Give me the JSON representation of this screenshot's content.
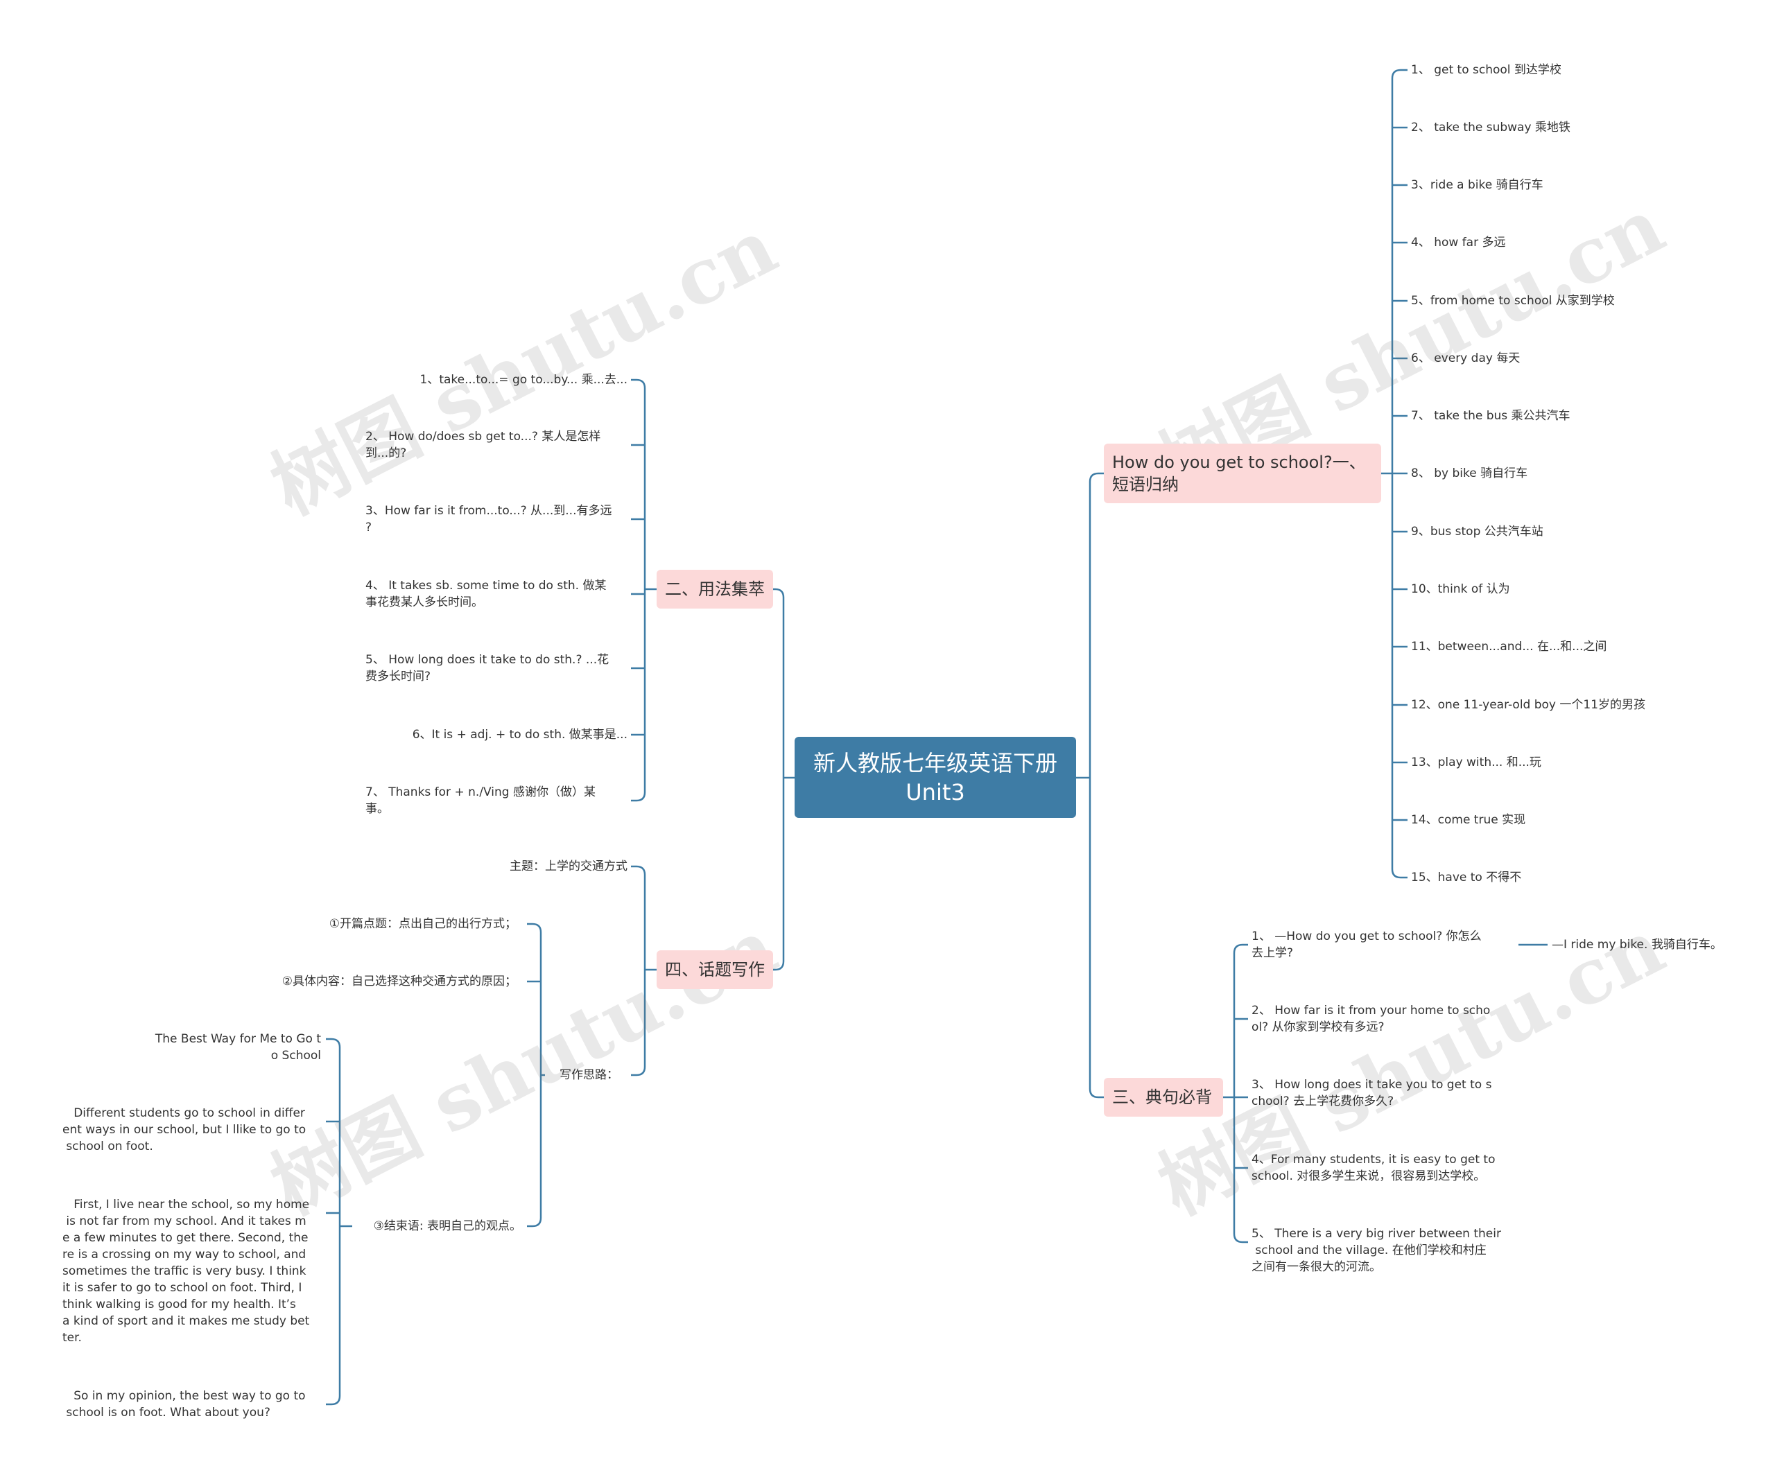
{
  "root": {
    "title": "新人教版七年级英语下册Unit3"
  },
  "watermark_text": "树图 shutu.cn",
  "colors": {
    "root_bg": "#3e7ca5",
    "branch_bg": "#fcd9d9",
    "edge": "#3e7ca5"
  },
  "branch_phrases": {
    "title": "How do you get to school?一、短语归纳",
    "items": [
      "1、 get to school 到达学校",
      "2、 take the subway 乘地铁",
      "3、ride a bike 骑自行车",
      "4、 how far 多远",
      "5、from home to school 从家到学校",
      "6、 every day 每天",
      "7、 take the bus 乘公共汽车",
      "8、 by bike 骑自行车",
      "9、bus stop 公共汽车站",
      "10、think of 认为",
      "11、between...and... 在...和...之间",
      "12、one 11-year-old boy 一个11岁的男孩",
      "13、play with... 和...玩",
      "14、come true 实现",
      "15、have to 不得不"
    ]
  },
  "branch_sentences": {
    "title": "三、典句必背",
    "items": [
      "1、 —How do you get to school? 你怎么\n去上学?",
      "2、 How far is it from your home to scho\nol? 从你家到学校有多远?",
      "3、 How long does it take you to get to s\nchool? 去上学花费你多久?",
      "4、For many students, it is easy to get to\nschool. 对很多学生来说，很容易到达学校。",
      "5、 There is a very big river between their\n school and the village. 在他们学校和村庄\n之间有一条很大的河流。"
    ],
    "sub_item": "—I ride my bike. 我骑自行车。"
  },
  "branch_usage": {
    "title": "二、用法集萃",
    "items": [
      "1、take...to...= go to...by... 乘...去...",
      "2、 How do/does sb get to...? 某人是怎样\n到...的?",
      "3、How far is it from...to...? 从...到...有多远\n?",
      "4、 It takes sb. some time to do sth. 做某\n事花费某人多长时间。",
      "5、 How long does it take to do sth.? ...花\n费多长时间?",
      "6、It is + adj. + to do sth. 做某事是...",
      "7、 Thanks for + n./Ving 感谢你（做）某\n事。"
    ]
  },
  "branch_writing": {
    "title": "四、话题写作",
    "topic": "主题：上学的交通方式",
    "approach": "写作思路：",
    "steps": [
      "①开篇点题：点出自己的出行方式；",
      "②具体内容：自己选择这种交通方式的原因；",
      "③结束语: 表明自己的观点。"
    ],
    "essay": [
      "The Best Way for Me to Go t\no School",
      "   Different students go to school in differ\nent ways in our school, but I llike to go to\n school on foot.",
      "   First, I live near the school, so my home\n is not far from my school. And it takes m\ne a few minutes to get there. Second, the\nre is a crossing on my way to school, and\nsometimes the traffic is very busy. I think\nit is safer to go to school on foot. Third, I\nthink walking is good for my health. It’s\na kind of sport and it makes me study bet\nter.",
      "   So in my opinion, the best way to go to\n school is on foot. What about you?"
    ]
  }
}
